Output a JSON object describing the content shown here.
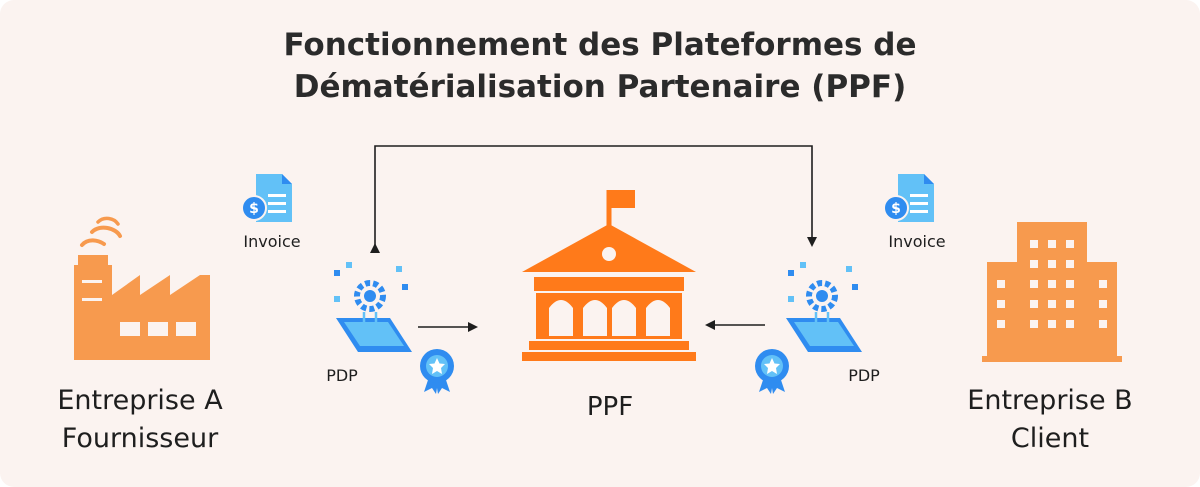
{
  "title": {
    "line1": "Fonctionnement des Plateformes de",
    "line2": "Dématérialisation Partenaire (PPF)"
  },
  "left": {
    "invoice_label": "Invoice",
    "pdp_label": "PDP",
    "entity_line1": "Entreprise A",
    "entity_line2": "Fournisseur"
  },
  "center": {
    "label": "PPF"
  },
  "right": {
    "invoice_label": "Invoice",
    "pdp_label": "PDP",
    "entity_line1": "Entreprise B",
    "entity_line2": "Client"
  },
  "colors": {
    "background": "#fbf3f0",
    "orange": "#ff7a1a",
    "factory_orange": "#f79a4e",
    "blue": "#2f8cf0",
    "light_blue": "#62c1f7",
    "text": "#2b2b2b"
  }
}
